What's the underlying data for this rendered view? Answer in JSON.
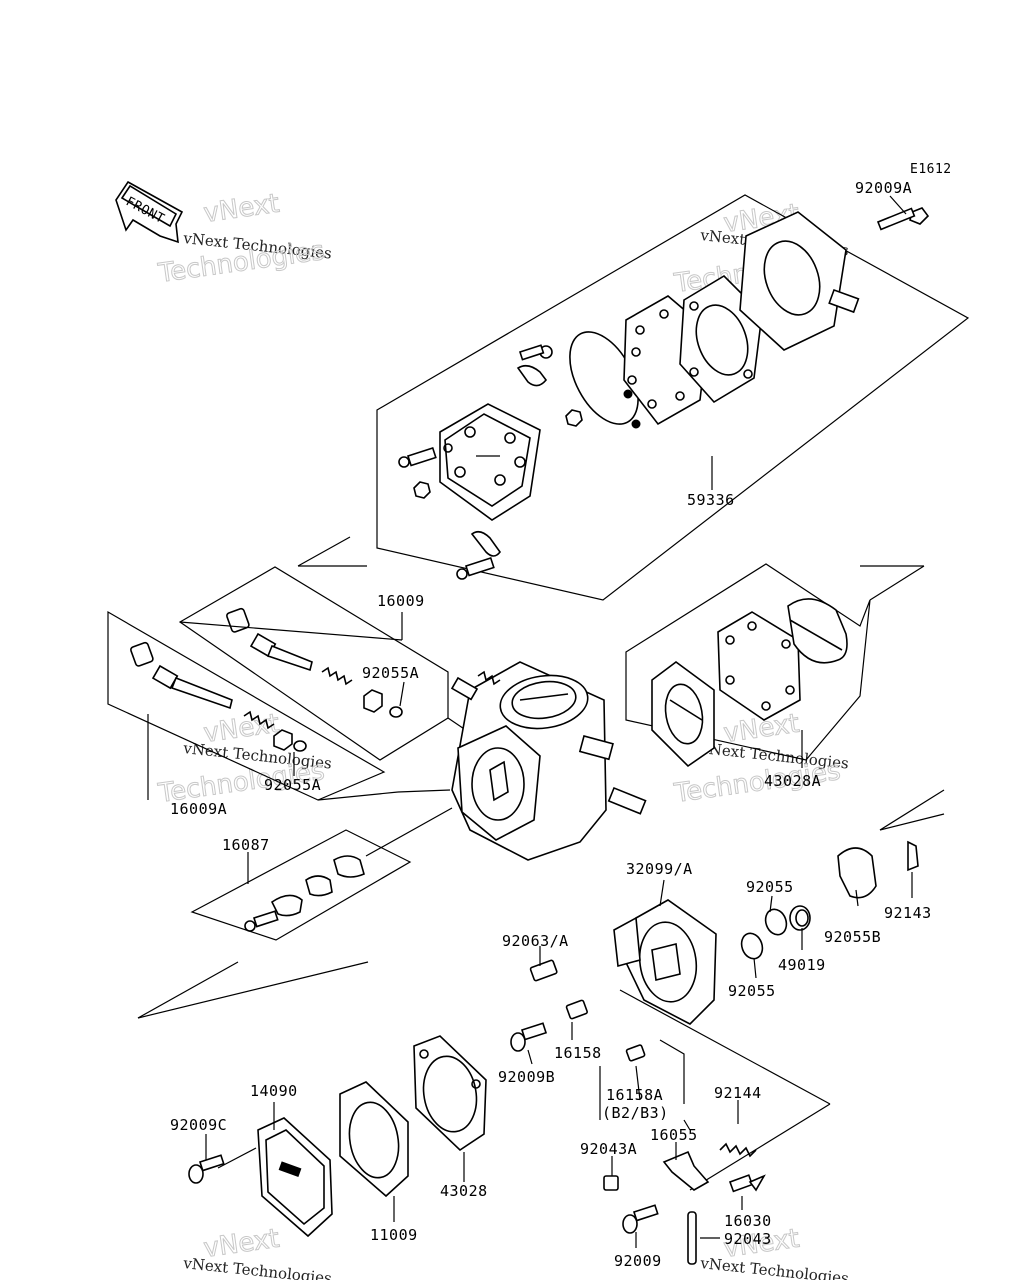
{
  "diagram": {
    "code": "E1612",
    "front_label": "FRONT",
    "watermark": {
      "line1": "vNext Technologies",
      "line2": "Technologies",
      "line3": "vNext"
    },
    "parts": [
      {
        "id": "p92009A",
        "label": "92009A"
      },
      {
        "id": "p59336",
        "label": "59336"
      },
      {
        "id": "p16009",
        "label": "16009"
      },
      {
        "id": "p92055A_1",
        "label": "92055A"
      },
      {
        "id": "p92055A_2",
        "label": "92055A"
      },
      {
        "id": "p16009A",
        "label": "16009A"
      },
      {
        "id": "p43028A",
        "label": "43028A"
      },
      {
        "id": "p16087",
        "label": "16087"
      },
      {
        "id": "p32099",
        "label": "32099/A"
      },
      {
        "id": "p92055_1",
        "label": "92055"
      },
      {
        "id": "p92055_2",
        "label": "92055"
      },
      {
        "id": "p92055B",
        "label": "92055B"
      },
      {
        "id": "p92143",
        "label": "92143"
      },
      {
        "id": "p49019",
        "label": "49019"
      },
      {
        "id": "p92063A",
        "label": "92063/A"
      },
      {
        "id": "p16158",
        "label": "16158"
      },
      {
        "id": "p92009B",
        "label": "92009B"
      },
      {
        "id": "p16158A",
        "label": "16158A"
      },
      {
        "id": "p16158A_note",
        "label": "(B2/B3)"
      },
      {
        "id": "p14090",
        "label": "14090"
      },
      {
        "id": "p92009C",
        "label": "92009C"
      },
      {
        "id": "p92144",
        "label": "92144"
      },
      {
        "id": "p16055",
        "label": "16055"
      },
      {
        "id": "p92043A",
        "label": "92043A"
      },
      {
        "id": "p43028",
        "label": "43028"
      },
      {
        "id": "p11009",
        "label": "11009"
      },
      {
        "id": "p16030",
        "label": "16030"
      },
      {
        "id": "p92009",
        "label": "92009"
      },
      {
        "id": "p92043",
        "label": "92043"
      }
    ]
  }
}
